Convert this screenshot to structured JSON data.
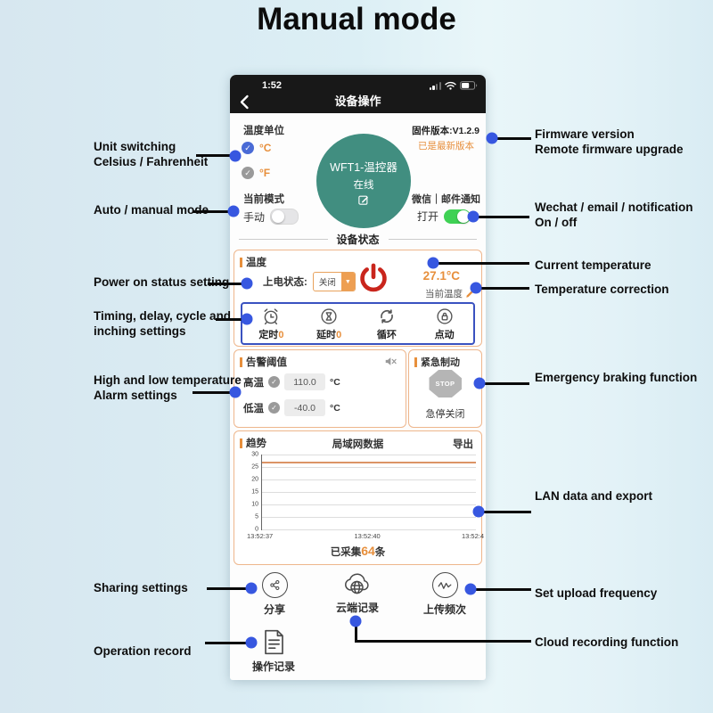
{
  "title": "Manual mode",
  "colors": {
    "accent_orange": "#e78f3c",
    "teal_circle": "#418e80",
    "annotation_dot_blue": "#3757e0",
    "timer_box_border": "#3a52c0",
    "toggle_on_green": "#3fd154",
    "power_red": "#c9251c",
    "box_border_orange": "#eeb68c",
    "background_blue": "#dceff5"
  },
  "phone": {
    "status_bar": {
      "time": "1:52"
    },
    "nav": {
      "title": "设备操作"
    },
    "unit_section": {
      "label": "温度单位",
      "celsius": "°C",
      "fahrenheit": "°F",
      "check": "✓"
    },
    "device": {
      "name": "WFT1-温控器",
      "status": "在线"
    },
    "firmware": {
      "version": "固件版本:V1.2.9",
      "latest": "已是最新版本"
    },
    "mode": {
      "label": "当前模式",
      "value": "手动"
    },
    "notify": {
      "label": "微信｜邮件通知",
      "value": "打开"
    },
    "divider": "设备状态",
    "temp_box": {
      "title": "温度",
      "power_state": {
        "label": "上电状态:",
        "value": "关闭",
        "arrow": "▼"
      },
      "current_temp": "27.1°C",
      "current_temp_label": "当前温度",
      "timers": [
        {
          "icon": "alarm-clock",
          "label": "定时",
          "value": "0"
        },
        {
          "icon": "hourglass",
          "label": "延时",
          "value": "0"
        },
        {
          "icon": "cycle-arrows",
          "label": "循环",
          "value": ""
        },
        {
          "icon": "lock",
          "label": "点动",
          "value": ""
        }
      ]
    },
    "alarm_box": {
      "title": "告警阈值",
      "check": "✓",
      "rows": [
        {
          "label": "高温",
          "value": "110.0",
          "unit": "°C"
        },
        {
          "label": "低温",
          "value": "-40.0",
          "unit": "°C"
        }
      ]
    },
    "brake_box": {
      "title": "紧急制动",
      "stop_text": "STOP",
      "caption": "急停关闭"
    },
    "chart_box": {
      "title": "趋势",
      "subtitle": "局域网数据",
      "export_label": "导出",
      "collected": {
        "prefix": "已采集",
        "count": "64",
        "suffix": "条"
      }
    },
    "actions": [
      {
        "icon": "share",
        "label": "分享"
      },
      {
        "icon": "cloud-record",
        "label": "云端记录"
      },
      {
        "icon": "upload-frequency",
        "label": "上传频次"
      },
      {
        "icon": "operation-record",
        "label": "操作记录"
      }
    ]
  },
  "chart_data": {
    "type": "line",
    "title": "局域网数据",
    "x_labels": [
      "13:52:37",
      "13:52:40",
      "13:52:4"
    ],
    "series": [
      {
        "name": "温度",
        "values": [
          27.1,
          27.1,
          27.1
        ]
      }
    ],
    "yticks": [
      0,
      5,
      10,
      15,
      20,
      25,
      30
    ],
    "ylim": [
      0,
      30
    ],
    "grid": true,
    "legend": false,
    "line_color": "#dc9466",
    "collected_points": 64
  },
  "annotations": {
    "left": [
      {
        "text": "Unit switching\nCelsius / Fahrenheit"
      },
      {
        "text": "Auto / manual mode"
      },
      {
        "text": "Power on status setting"
      },
      {
        "text": "Timing, delay, cycle and\ninching settings"
      },
      {
        "text": "High and low temperature\nAlarm settings"
      },
      {
        "text": "Sharing settings"
      },
      {
        "text": "Operation record"
      }
    ],
    "right": [
      {
        "text": "Firmware version\nRemote firmware upgrade"
      },
      {
        "text": "Wechat / email / notification\nOn / off"
      },
      {
        "text": "Current temperature"
      },
      {
        "text": "Temperature correction"
      },
      {
        "text": "Emergency braking function"
      },
      {
        "text": "LAN data and export"
      },
      {
        "text": "Set upload frequency"
      },
      {
        "text": "Cloud recording function"
      }
    ]
  }
}
